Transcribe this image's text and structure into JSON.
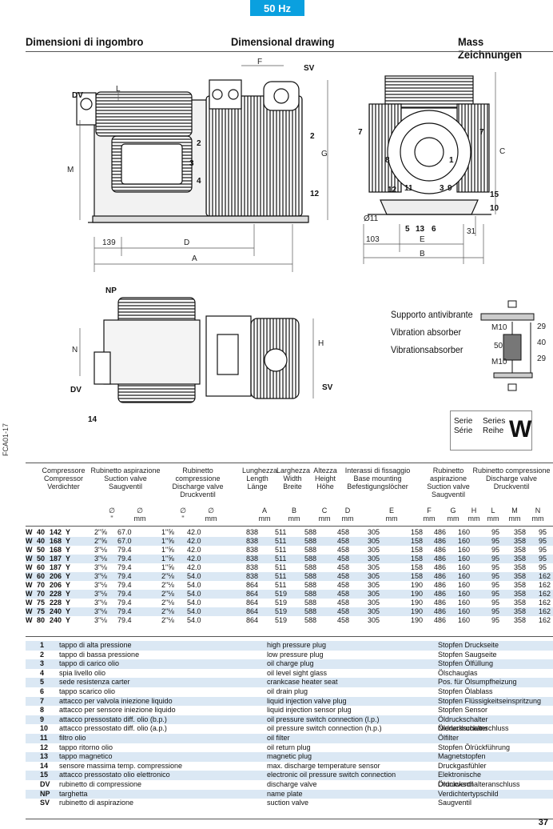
{
  "badge": "50 Hz",
  "header": {
    "it": "Dimensioni di ingombro",
    "en": "Dimensional drawing",
    "de": "Mass  Zeichnungen"
  },
  "side_code": "FCA01-17",
  "page_number": "37",
  "drawing_labels": {
    "dv": "DV",
    "sv": "SV",
    "np": "NP",
    "l": "L",
    "f": "F",
    "m": "M",
    "g": "G",
    "c": "C",
    "n": "N",
    "h": "H",
    "a": "A",
    "b": "B",
    "d": "D",
    "e": "E",
    "d139": "139",
    "d103": "103",
    "d31": "31",
    "phi11": "Ø11",
    "n1": "1",
    "n2": "2",
    "n3": "3",
    "n4": "4",
    "n5": "5",
    "n6": "6",
    "n7": "7",
    "n8": "8",
    "n9": "9",
    "n10": "10",
    "n11": "11",
    "n12": "12",
    "n13": "13",
    "n14": "14",
    "n15": "15"
  },
  "vibration": {
    "it": "Supporto antivibrante",
    "en": "Vibration absorber",
    "de": "Vibrationsabsorber",
    "m10a": "M10",
    "m10b": "M10",
    "d50": "50",
    "d29a": "29",
    "d40": "40",
    "d29b": "29"
  },
  "series": {
    "l1": "Serie",
    "l2": "Série",
    "r1": "Series",
    "r2": "Reihe",
    "letter": "W"
  },
  "table": {
    "groups": [
      {
        "l1": "Compressore",
        "l2": "Compressor",
        "l3": "Verdichter"
      },
      {
        "l1": "Rubinetto aspirazione",
        "l2": "Suction valve",
        "l3": "Saugventil"
      },
      {
        "l1": "Rubinetto compressione",
        "l2": "Discharge valve",
        "l3": "Druckventil"
      },
      {
        "l1": "Lunghezza",
        "l2": "Length",
        "l3": "Länge"
      },
      {
        "l1": "Larghezza",
        "l2": "Width",
        "l3": "Breite"
      },
      {
        "l1": "Altezza",
        "l2": "Height",
        "l3": "Höhe"
      },
      {
        "l1": "Interassi di fissaggio",
        "l2": "Base mounting",
        "l3": "Befestigungslöcher"
      },
      {
        "l1": "Rubinetto aspirazione",
        "l2": "Suction valve",
        "l3": "Saugventil"
      },
      {
        "l1": "Rubinetto compressione",
        "l2": "Discharge valve",
        "l3": "Druckventil"
      }
    ],
    "units": [
      {
        "a": "∅",
        "b": "\""
      },
      {
        "a": "∅",
        "b": "mm"
      },
      {
        "a": "∅",
        "b": "\""
      },
      {
        "a": "∅",
        "b": "mm"
      },
      {
        "a": "A",
        "b": "mm"
      },
      {
        "a": "B",
        "b": "mm"
      },
      {
        "a": "C",
        "b": "mm"
      },
      {
        "a": "D",
        "b": "mm"
      },
      {
        "a": "E",
        "b": "mm"
      },
      {
        "a": "F",
        "b": "mm"
      },
      {
        "a": "G",
        "b": "mm"
      },
      {
        "a": "H",
        "b": "mm"
      },
      {
        "a": "L",
        "b": "mm"
      },
      {
        "a": "M",
        "b": "mm"
      },
      {
        "a": "N",
        "b": "mm"
      }
    ],
    "rows": [
      [
        "W",
        "40",
        "142",
        "Y",
        "2\"⅝",
        "67.0",
        "1\"⅝",
        "42.0",
        "838",
        "511",
        "588",
        "458",
        "305",
        "158",
        "486",
        "160",
        "",
        "95",
        "358",
        "95"
      ],
      [
        "W",
        "40",
        "168",
        "Y",
        "2\"⅝",
        "67.0",
        "1\"⅝",
        "42.0",
        "838",
        "511",
        "588",
        "458",
        "305",
        "158",
        "486",
        "160",
        "",
        "95",
        "358",
        "95"
      ],
      [
        "W",
        "50",
        "168",
        "Y",
        "3\"⅛",
        "79.4",
        "1\"⅝",
        "42.0",
        "838",
        "511",
        "588",
        "458",
        "305",
        "158",
        "486",
        "160",
        "",
        "95",
        "358",
        "95"
      ],
      [
        "W",
        "50",
        "187",
        "Y",
        "3\"⅛",
        "79.4",
        "1\"⅝",
        "42.0",
        "838",
        "511",
        "588",
        "458",
        "305",
        "158",
        "486",
        "160",
        "",
        "95",
        "358",
        "95"
      ],
      [
        "W",
        "60",
        "187",
        "Y",
        "3\"⅛",
        "79.4",
        "1\"⅝",
        "42.0",
        "838",
        "511",
        "588",
        "458",
        "305",
        "158",
        "486",
        "160",
        "",
        "95",
        "358",
        "95"
      ],
      [
        "W",
        "60",
        "206",
        "Y",
        "3\"⅛",
        "79.4",
        "2\"⅛",
        "54.0",
        "838",
        "511",
        "588",
        "458",
        "305",
        "158",
        "486",
        "160",
        "",
        "95",
        "358",
        "162"
      ],
      [
        "W",
        "70",
        "206",
        "Y",
        "3\"⅛",
        "79.4",
        "2\"⅛",
        "54.0",
        "864",
        "511",
        "588",
        "458",
        "305",
        "190",
        "486",
        "160",
        "",
        "95",
        "358",
        "162"
      ],
      [
        "W",
        "70",
        "228",
        "Y",
        "3\"⅛",
        "79.4",
        "2\"⅛",
        "54.0",
        "864",
        "519",
        "588",
        "458",
        "305",
        "190",
        "486",
        "160",
        "",
        "95",
        "358",
        "162"
      ],
      [
        "W",
        "75",
        "228",
        "Y",
        "3\"⅛",
        "79.4",
        "2\"⅛",
        "54.0",
        "864",
        "519",
        "588",
        "458",
        "305",
        "190",
        "486",
        "160",
        "",
        "95",
        "358",
        "162"
      ],
      [
        "W",
        "75",
        "240",
        "Y",
        "3\"⅛",
        "79.4",
        "2\"⅛",
        "54.0",
        "864",
        "519",
        "588",
        "458",
        "305",
        "190",
        "486",
        "160",
        "",
        "95",
        "358",
        "162"
      ],
      [
        "W",
        "80",
        "240",
        "Y",
        "3\"⅛",
        "79.4",
        "2\"⅛",
        "54.0",
        "864",
        "519",
        "588",
        "458",
        "305",
        "190",
        "486",
        "160",
        "",
        "95",
        "358",
        "162"
      ]
    ]
  },
  "legend": [
    {
      "n": "1",
      "it": "tappo di alta pressione",
      "en": "high pressure plug",
      "de": "Stopfen Druckseite"
    },
    {
      "n": "2",
      "it": "tappo di bassa pressione",
      "en": "low pressure plug",
      "de": "Stopfen Saugseite"
    },
    {
      "n": "3",
      "it": "tappo di carico olio",
      "en": "oil charge plug",
      "de": "Stopfen Ölfüllung"
    },
    {
      "n": "4",
      "it": "spia livello olio",
      "en": "oil level sight glass",
      "de": "Ölschauglas"
    },
    {
      "n": "5",
      "it": "sede resistenza carter",
      "en": "crankcase heater seat",
      "de": "Pos. für Ölsumpfheizung"
    },
    {
      "n": "6",
      "it": "tappo scarico olio",
      "en": "oil drain plug",
      "de": "Stopfen Ölablass"
    },
    {
      "n": "7",
      "it": "attacco per valvola iniezione liquido",
      "en": "liquid injection valve plug",
      "de": "Stopfen Flüssigkeitseinspritzung"
    },
    {
      "n": "8",
      "it": "attacco per sensore iniezione liquido",
      "en": "liquid injection sensor plug",
      "de": "Stopfen Sensor"
    },
    {
      "n": "9",
      "it": "attacco pressostato diff. olio (b.p.)",
      "en": "oil pressure switch connection (l.p.)",
      "de": "Öldruckschalter Niederdruckanschluss"
    },
    {
      "n": "10",
      "it": "attacco pressostato diff. olio (a.p.)",
      "en": "oil pressure switch connection (h.p.)",
      "de": "Öldruckschalter Hochdruckanschluss"
    },
    {
      "n": "11",
      "it": "filtro olio",
      "en": "oil filter",
      "de": "Ölfilter"
    },
    {
      "n": "12",
      "it": "tappo ritorno olio",
      "en": "oil return plug",
      "de": "Stopfen Ölrückführung"
    },
    {
      "n": "13",
      "it": "tappo magnetico",
      "en": "magnetic plug",
      "de": "Magnetstopfen"
    },
    {
      "n": "14",
      "it": "sensore massima temp. compressione",
      "en": "max. discharge temperature sensor",
      "de": "Druckgasfühler"
    },
    {
      "n": "15",
      "it": "attacco pressostato olio elettronico",
      "en": "electronic oil pressure switch connection",
      "de": "Elektronische Öldruckschalteranschluss"
    },
    {
      "n": "DV",
      "it": "rubinetto di compressione",
      "en": "discharge valve",
      "de": "Druckventil"
    },
    {
      "n": "NP",
      "it": "targhetta",
      "en": "name plate",
      "de": "Verdichtertypschild"
    },
    {
      "n": "SV",
      "it": "rubinetto di aspirazione",
      "en": "suction valve",
      "de": "Saugventil"
    }
  ]
}
